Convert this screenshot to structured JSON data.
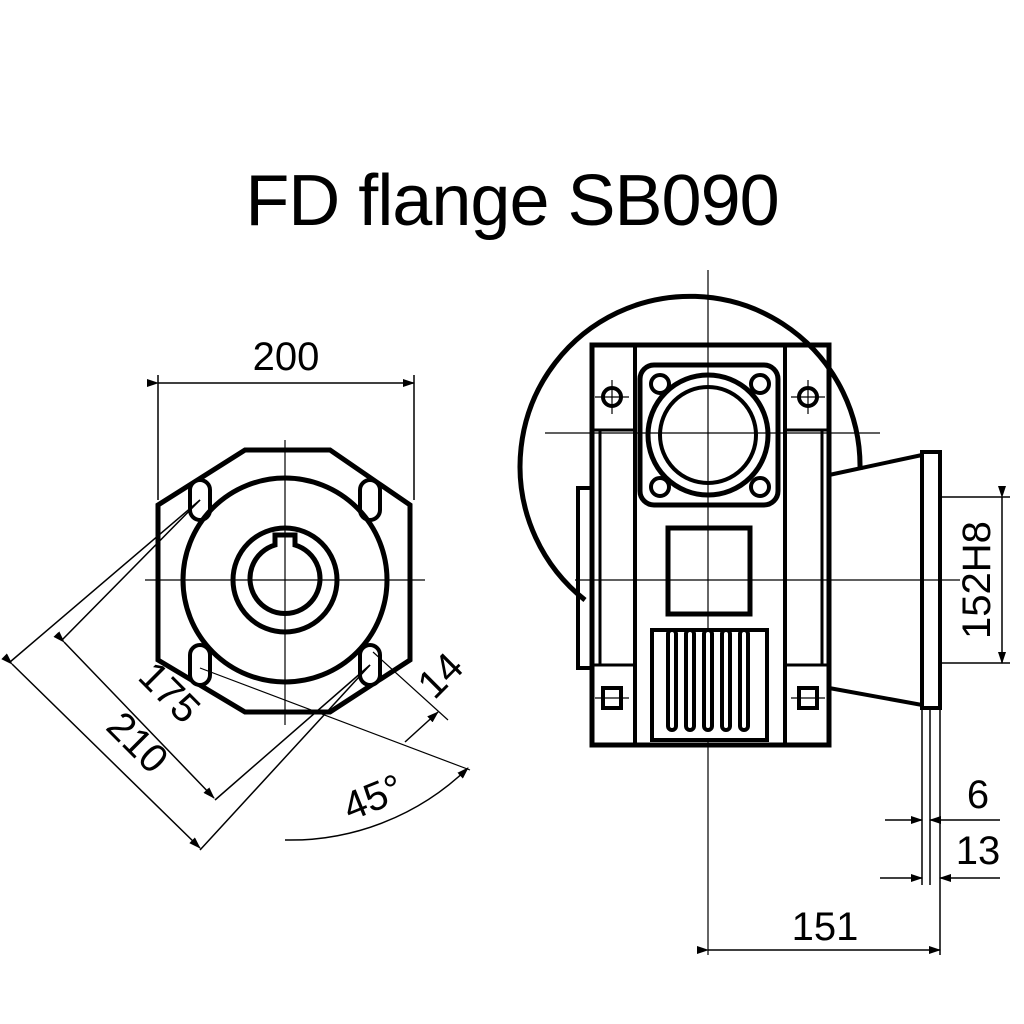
{
  "title": "FD flange SB090",
  "dimensions": {
    "width_top": "200",
    "pcd_inner": "175",
    "pcd_outer": "210",
    "slot_width": "14",
    "angle": "45°",
    "pilot_diameter": "152H8",
    "flange_thickness": "6",
    "flange_depth": "13",
    "offset_length": "151"
  }
}
